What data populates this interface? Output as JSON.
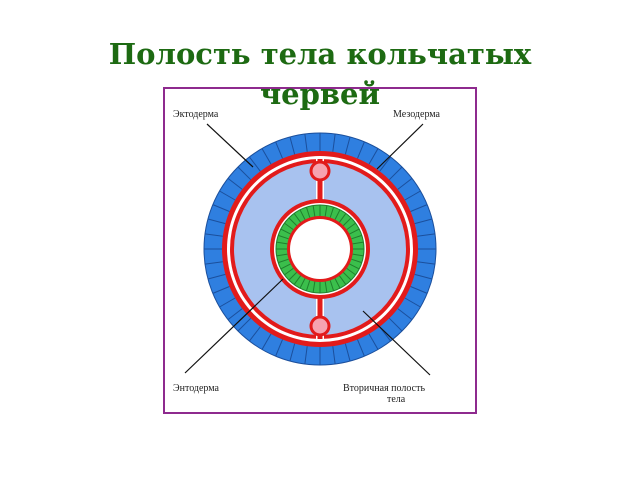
{
  "title": {
    "line1": "Полость тела кольчатых",
    "line2": "червей"
  },
  "labels": {
    "ectoderm": "Эктодерма",
    "mesoderm": "Мезодерма",
    "endoderm": "Энтодерма",
    "secondary_cavity_line1": "Вторичная полость",
    "secondary_cavity_line2": "тела"
  },
  "colors": {
    "ectoderm": "#2f7fe0",
    "cavity": "#a8c2ef",
    "mesoderm": "#e21b1b",
    "endoderm": "#3bbf4c",
    "mesentery_node": "#f6a3b0",
    "frame": "#8e2a8e",
    "title": "#1d6a12"
  }
}
